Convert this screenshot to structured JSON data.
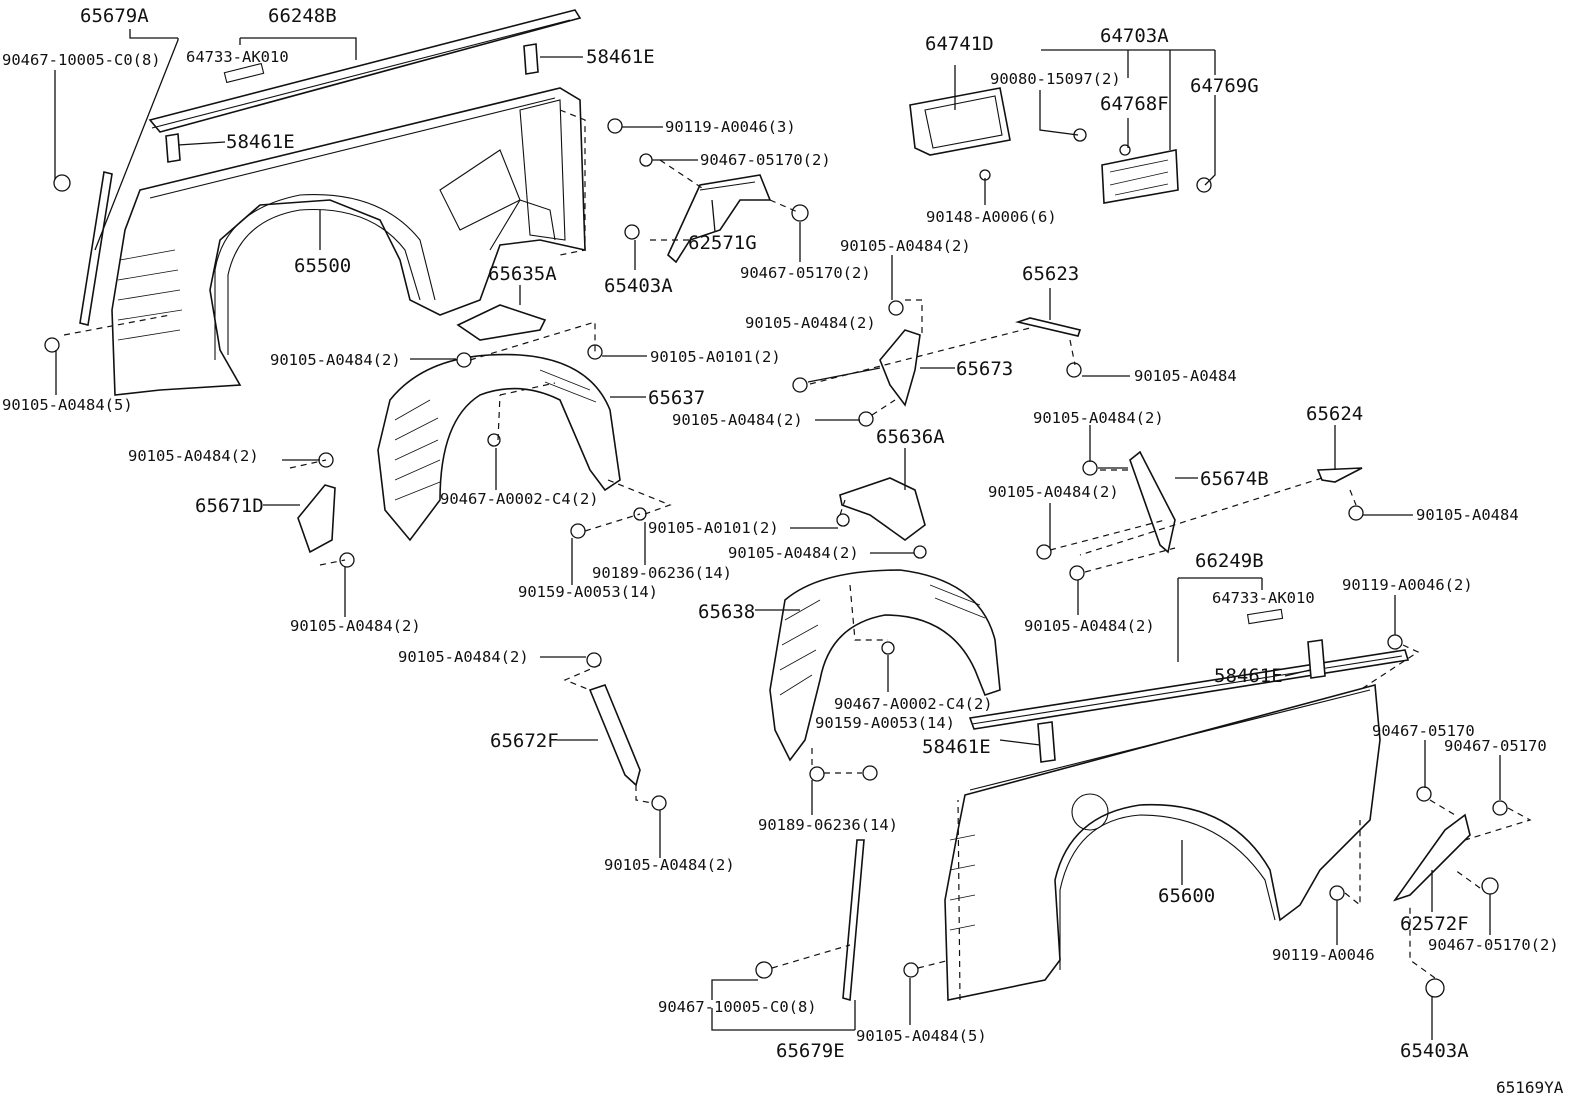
{
  "diagram": {
    "figure_code": "65169YA",
    "labels": {
      "p65679A": "65679A",
      "p66248B": "66248B",
      "p90467_10005_top": "90467-10005-C0(8)",
      "p64733_top": "64733-AK010",
      "p58461E_a": "58461E",
      "p58461E_b": "58461E",
      "p65500": "65500",
      "p90105_A0484_5_top": "90105-A0484(5)",
      "p90119_A0046_3": "90119-A0046(3)",
      "p90467_05170_2_a": "90467-05170(2)",
      "p62571G": "62571G",
      "p65403A_top": "65403A",
      "p90467_05170_2_b": "90467-05170(2)",
      "p64741D": "64741D",
      "p90148": "90148-A0006(6)",
      "p64703A": "64703A",
      "p90080": "90080-15097(2)",
      "p64768F": "64768F",
      "p64769G": "64769G",
      "p65635A": "65635A",
      "p90105_A0484_2_a": "90105-A0484(2)",
      "p90105_A0101_2_a": "90105-A0101(2)",
      "p65637": "65637",
      "p90105_A0484_2_b": "90105-A0484(2)",
      "p90105_A0484_2_c": "90105-A0484(2)",
      "p65673": "65673",
      "p90105_A0484_2_d": "90105-A0484(2)",
      "p65623": "65623",
      "p90105_A0484_r1": "90105-A0484",
      "p65636A": "65636A",
      "p90105_A0484_2_e": "90105-A0484(2)",
      "p65671D": "65671D",
      "p90467_A0002_a": "90467-A0002-C4(2)",
      "p90105_A0101_2_b": "90105-A0101(2)",
      "p90105_A0484_2_f": "90105-A0484(2)",
      "p90189_a": "90189-06236(14)",
      "p90159_a": "90159-A0053(14)",
      "p90105_A0484_2_g": "90105-A0484(2)",
      "p90105_A0484_2_h": "90105-A0484(2)",
      "p65674B": "65674B",
      "p90105_A0484_2_i": "90105-A0484(2)",
      "p65624": "65624",
      "p90105_A0484_r2": "90105-A0484",
      "p90105_A0484_2_j": "90105-A0484(2)",
      "p66249B": "66249B",
      "p64733_bot": "64733-AK010",
      "p90119_A0046_2": "90119-A0046(2)",
      "p65638": "65638",
      "p90105_A0484_2_k": "90105-A0484(2)",
      "p58461E_c": "58461E",
      "p90467_A0002_b": "90467-A0002-C4(2)",
      "p90159_b": "90159-A0053(14)",
      "p58461E_d": "58461E",
      "p65672F": "65672F",
      "p90467_05170_a": "90467-05170",
      "p90467_05170_b": "90467-05170",
      "p90189_b": "90189-06236(14)",
      "p90105_A0484_2_l": "90105-A0484(2)",
      "p65600": "65600",
      "p62572F": "62572F",
      "p90467_05170_2_c": "90467-05170(2)",
      "p90119_A0046": "90119-A0046",
      "p90467_10005_bot": "90467-10005-C0(8)",
      "p90105_A0484_5_bot": "90105-A0484(5)",
      "p65679E": "65679E",
      "p65403A_bot": "65403A"
    }
  }
}
